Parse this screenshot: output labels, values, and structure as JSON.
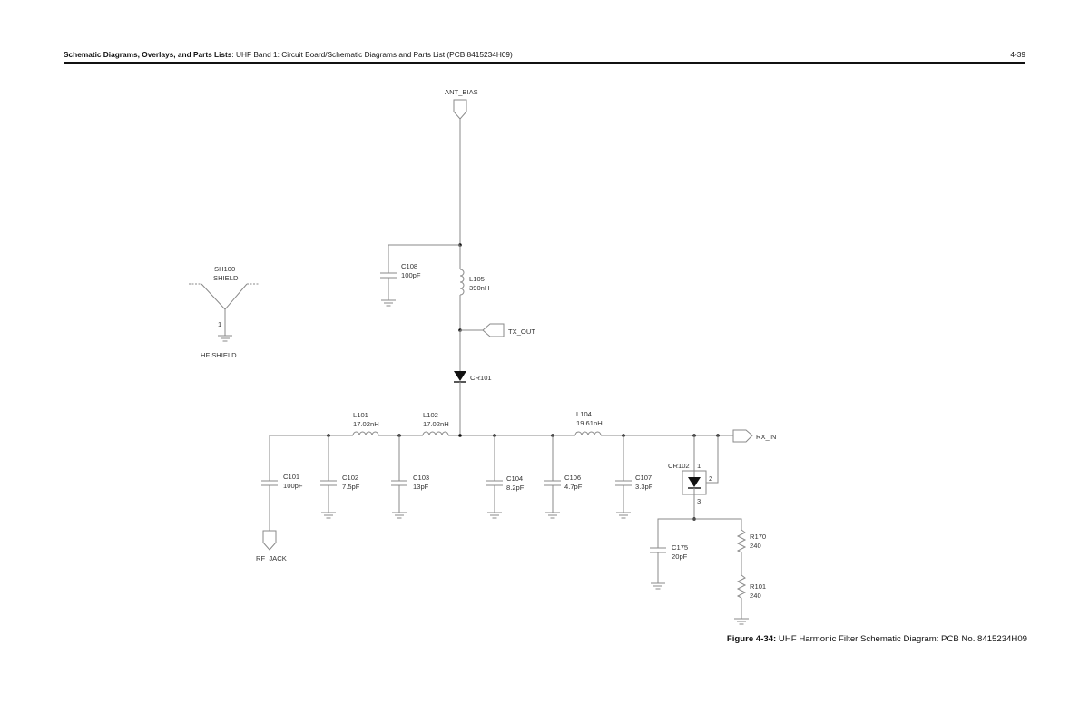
{
  "header": {
    "section_bold": "Schematic Diagrams, Overlays, and Parts Lists",
    "section_rest": ": UHF Band 1: Circuit Board/Schematic Diagrams and Parts List (PCB 8415234H09)",
    "page_number": "4-39"
  },
  "ports": {
    "ant_bias": "ANT_BIAS",
    "tx_out": "TX_OUT",
    "rx_in": "RX_IN",
    "rf_jack": "RF_JACK"
  },
  "shield": {
    "ref": "SH100",
    "name": "SHIELD",
    "pin": "1",
    "label": "HF SHIELD"
  },
  "components": {
    "C108": {
      "ref": "C108",
      "value": "100pF"
    },
    "L105": {
      "ref": "L105",
      "value": "390nH"
    },
    "CR101": {
      "ref": "CR101"
    },
    "L101": {
      "ref": "L101",
      "value": "17.02nH"
    },
    "L102": {
      "ref": "L102",
      "value": "17.02nH"
    },
    "L104": {
      "ref": "L104",
      "value": "19.61nH"
    },
    "C101": {
      "ref": "C101",
      "value": "100pF"
    },
    "C102": {
      "ref": "C102",
      "value": "7.5pF"
    },
    "C103": {
      "ref": "C103",
      "value": "13pF"
    },
    "C104": {
      "ref": "C104",
      "value": "8.2pF"
    },
    "C106": {
      "ref": "C106",
      "value": "4.7pF"
    },
    "C107": {
      "ref": "C107",
      "value": "3.3pF"
    },
    "CR102": {
      "ref": "CR102",
      "pin1": "1",
      "pin2": "2",
      "pin3": "3"
    },
    "C175": {
      "ref": "C175",
      "value": "20pF"
    },
    "R170": {
      "ref": "R170",
      "value": "240"
    },
    "R101": {
      "ref": "R101",
      "value": "240"
    }
  },
  "caption": {
    "figure_bold": "Figure 4-34:",
    "text": " UHF Harmonic Filter Schematic Diagram: PCB No. 8415234H09"
  }
}
